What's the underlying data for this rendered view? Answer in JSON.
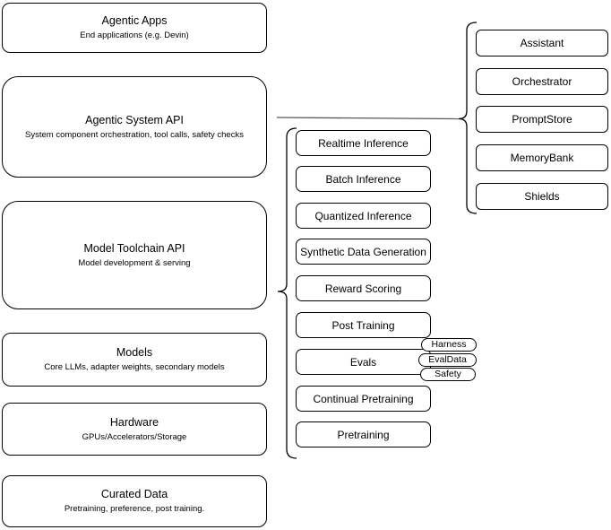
{
  "diagram": {
    "colors": {
      "node_border": "#000000",
      "node_fill": "#ffffff",
      "text": "#000000",
      "connector": "#595959"
    },
    "stack": {
      "boxes": [
        {
          "title": "Agentic Apps",
          "subtitle": "End applications (e.g. Devin)"
        },
        {
          "title": "Agentic System API",
          "subtitle": "System component orchestration, tool calls, safety checks"
        },
        {
          "title": "Model Toolchain API",
          "subtitle": "Model development & serving"
        },
        {
          "title": "Models",
          "subtitle": "Core LLMs, adapter weights, secondary models"
        },
        {
          "title": "Hardware",
          "subtitle": "GPUs/Accelerators/Storage"
        },
        {
          "title": "Curated Data",
          "subtitle": "Pretraining, preference, post training."
        }
      ]
    },
    "toolchain_services": {
      "items": [
        {
          "label": "Realtime Inference"
        },
        {
          "label": "Batch Inference"
        },
        {
          "label": "Quantized Inference"
        },
        {
          "label": "Synthetic Data Generation"
        },
        {
          "label": "Reward Scoring"
        },
        {
          "label": "Post Training"
        },
        {
          "label": "Evals"
        },
        {
          "label": "Continual Pretraining"
        },
        {
          "label": "Pretraining"
        }
      ],
      "evals_tags": [
        {
          "label": "Harness"
        },
        {
          "label": "EvalData"
        },
        {
          "label": "Safety"
        }
      ]
    },
    "system_components": {
      "items": [
        {
          "label": "Assistant"
        },
        {
          "label": "Orchestrator"
        },
        {
          "label": "PromptStore"
        },
        {
          "label": "MemoryBank"
        },
        {
          "label": "Shields"
        }
      ]
    }
  }
}
